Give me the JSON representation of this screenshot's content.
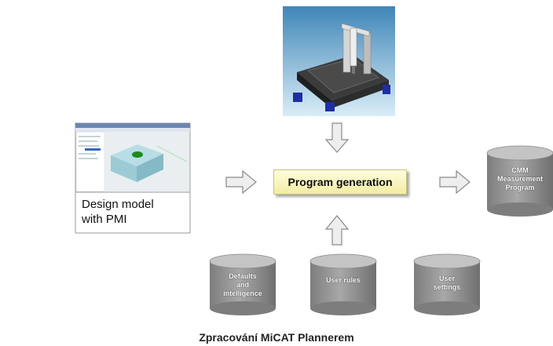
{
  "design_box": {
    "caption": "Design model\nwith PMI"
  },
  "center": {
    "label": "Program generation"
  },
  "output_cylinder": {
    "label": "CMM\nMeasurement\nProgram"
  },
  "input_cylinders": [
    {
      "label": "Defaults\nand\nintelligence"
    },
    {
      "label": "User rules"
    },
    {
      "label": "User\nsettings"
    }
  ],
  "figure_caption": "Zpracování MiCAT Plannerem",
  "colors": {
    "cylinder_fill": "#9a9a9a",
    "cylinder_top": "#c4c4c4",
    "arrow_fill": "#eeeeee",
    "box_fill": "#f5f1b5",
    "machine_bg": "#6fa9c9"
  }
}
